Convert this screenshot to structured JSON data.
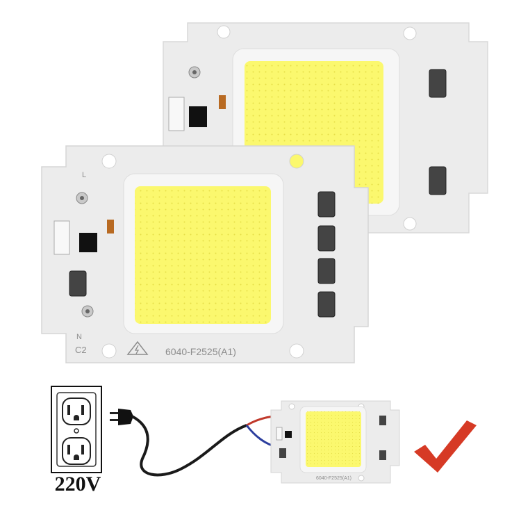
{
  "product": {
    "model_code": "6040-F2525(A1)",
    "model_code_small": "6040-F2525(A1)",
    "pin_label_l": "L",
    "pin_label_n": "N",
    "board_mark": "C2"
  },
  "wall_outlet": {
    "voltage_label": "220V"
  },
  "colors": {
    "led_face": "#fbf86e",
    "pcb": "#ececec",
    "check_mark": "#d63a25",
    "cable": "#1a1a1a"
  },
  "icons": [
    "wall-outlet-icon",
    "plug-icon",
    "check-mark-icon",
    "high-voltage-warning-icon"
  ]
}
